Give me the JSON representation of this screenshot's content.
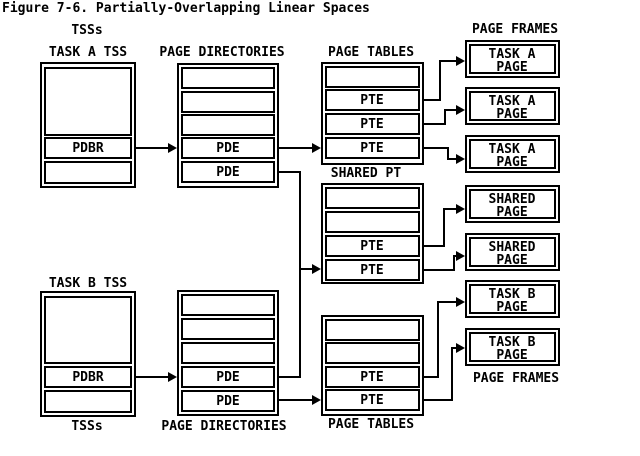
{
  "figure_title": "Figure 7-6. Partially-Overlapping Linear Spaces",
  "labels": {
    "tsss_top": "TSSs",
    "task_a_tss": "TASK A TSS",
    "page_directories_top": "PAGE DIRECTORIES",
    "page_tables_top": "PAGE TABLES",
    "page_frames_top": "PAGE FRAMES",
    "shared_pt": "SHARED PT",
    "task_b_tss": "TASK B TSS",
    "tsss_bottom": "TSSs",
    "page_directories_bottom": "PAGE DIRECTORIES",
    "page_tables_bottom": "PAGE TABLES",
    "page_frames_bottom": "PAGE FRAMES"
  },
  "tss_a": {
    "pdbr_label": "PDBR"
  },
  "tss_b": {
    "pdbr_label": "PDBR"
  },
  "page_directory_top": {
    "rows": [
      "",
      "",
      "",
      "PDE",
      "PDE"
    ]
  },
  "page_directory_bottom": {
    "rows": [
      "",
      "",
      "",
      "PDE",
      "PDE"
    ]
  },
  "page_table_top": {
    "rows": [
      "",
      "PTE",
      "PTE",
      "PTE"
    ]
  },
  "page_table_shared": {
    "rows": [
      "",
      "",
      "PTE",
      "PTE"
    ]
  },
  "page_table_bottom": {
    "rows": [
      "",
      "",
      "PTE",
      "PTE"
    ]
  },
  "page_frames": [
    {
      "line1": "TASK A",
      "line2": "PAGE"
    },
    {
      "line1": "TASK A",
      "line2": "PAGE"
    },
    {
      "line1": "TASK A",
      "line2": "PAGE"
    },
    {
      "line1": "SHARED",
      "line2": "PAGE"
    },
    {
      "line1": "SHARED",
      "line2": "PAGE"
    },
    {
      "line1": "TASK B",
      "line2": "PAGE"
    },
    {
      "line1": "TASK B",
      "line2": "PAGE"
    }
  ],
  "colors": {
    "ink": "#000000",
    "background": "#ffffff"
  }
}
